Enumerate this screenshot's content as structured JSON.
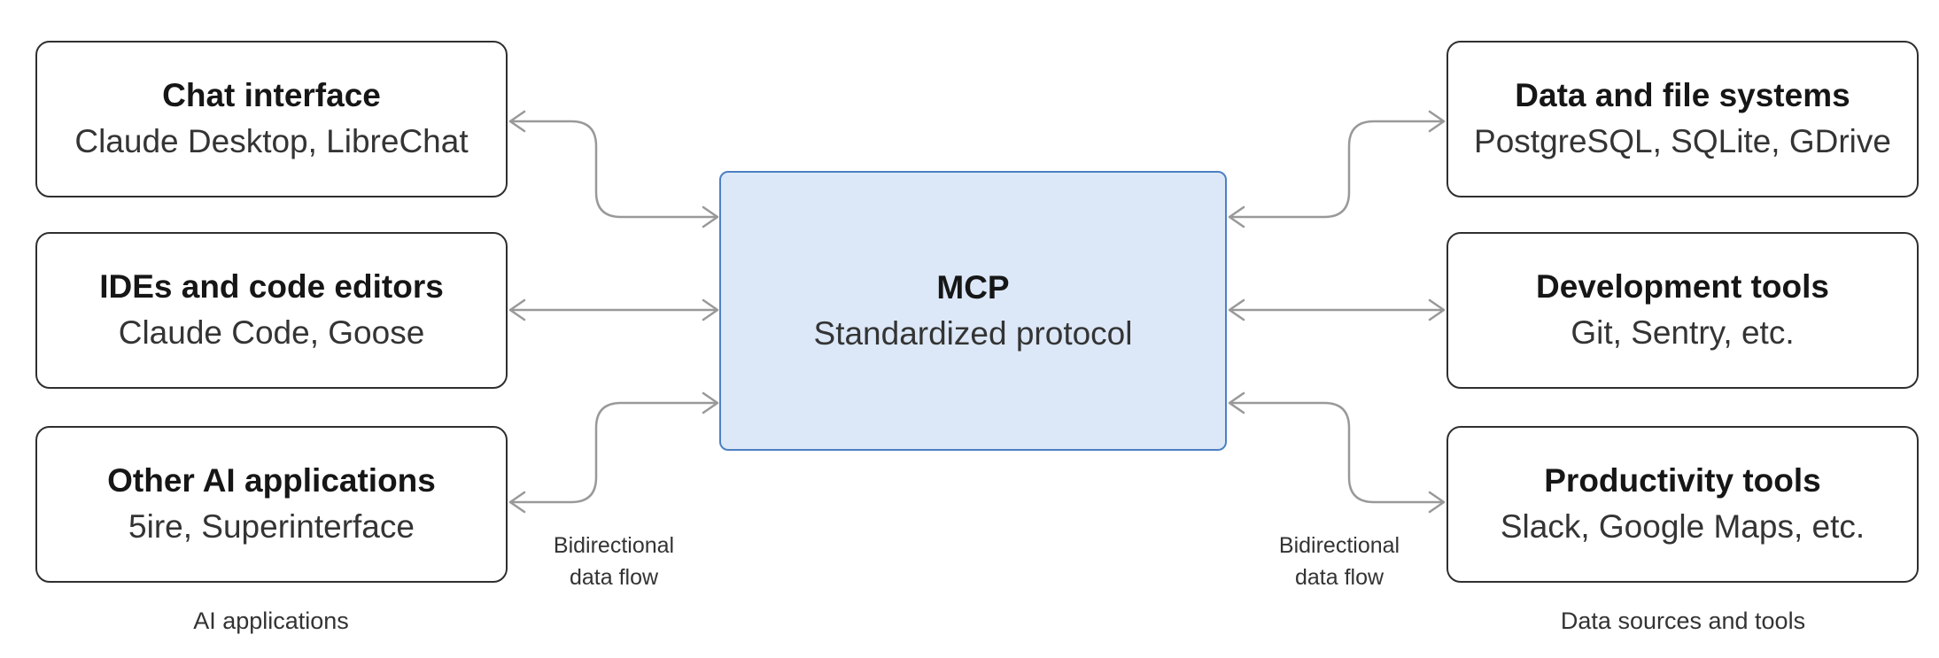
{
  "diagram": {
    "center": {
      "title": "MCP",
      "subtitle": "Standardized protocol"
    },
    "left_group": {
      "caption": "AI applications",
      "flow_label": {
        "line1": "Bidirectional",
        "line2": "data flow"
      },
      "boxes": [
        {
          "title": "Chat interface",
          "subtitle": "Claude Desktop, LibreChat"
        },
        {
          "title": "IDEs and code editors",
          "subtitle": "Claude Code, Goose"
        },
        {
          "title": "Other AI applications",
          "subtitle": "5ire, Superinterface"
        }
      ]
    },
    "right_group": {
      "caption": "Data sources and tools",
      "flow_label": {
        "line1": "Bidirectional",
        "line2": "data flow"
      },
      "boxes": [
        {
          "title": "Data and file systems",
          "subtitle": "PostgreSQL, SQLite, GDrive"
        },
        {
          "title": "Development tools",
          "subtitle": "Git, Sentry, etc."
        },
        {
          "title": "Productivity tools",
          "subtitle": "Slack, Google Maps, etc."
        }
      ]
    },
    "colors": {
      "center_fill": "#dce8f8",
      "center_border": "#4d80c2",
      "box_border": "#2f2f2f",
      "arrow": "#999999",
      "title_text": "#161616",
      "subtitle_text": "#343434",
      "label_text": "#333333"
    }
  }
}
